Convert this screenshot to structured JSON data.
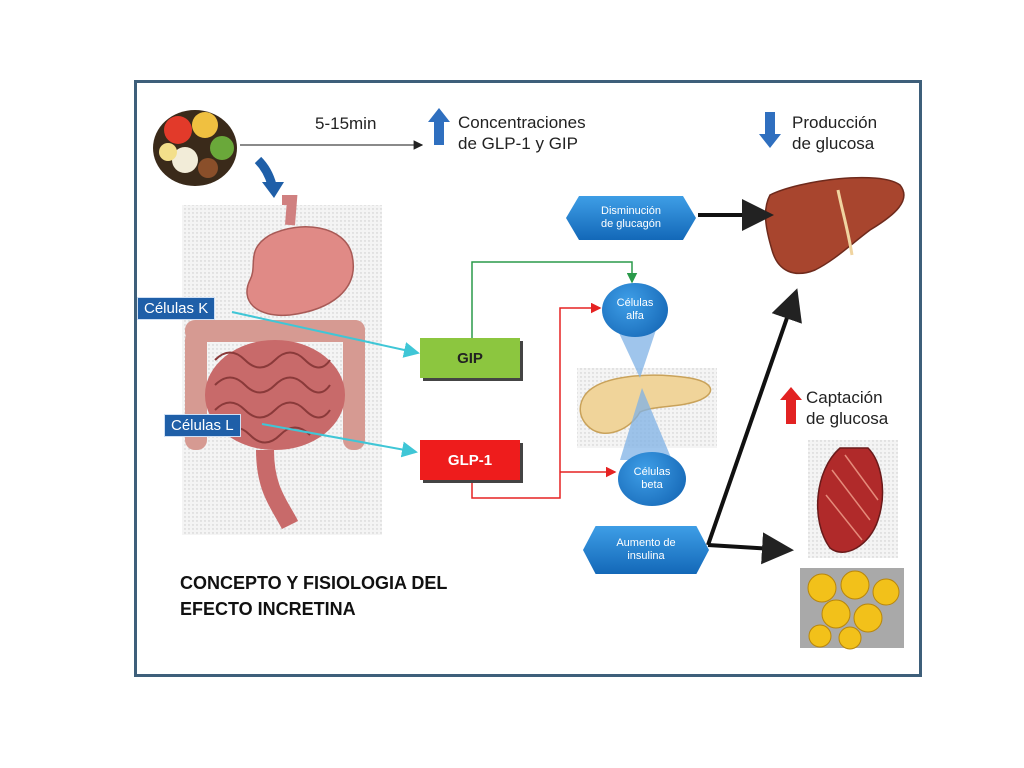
{
  "timing": "5-15min",
  "top_labels": {
    "concentrations": [
      "Concentraciones",
      "de GLP-1 y GIP"
    ],
    "production": [
      "Producción",
      "de glucosa"
    ],
    "uptake": [
      "Captación",
      "de glucosa"
    ]
  },
  "cells": {
    "k": "Células K",
    "l": "Células L"
  },
  "hormones": {
    "gip": "GIP",
    "glp1": "GLP-1"
  },
  "pancreas": {
    "alpha": [
      "Células",
      "alfa"
    ],
    "beta": [
      "Células",
      "beta"
    ]
  },
  "effects": {
    "glucagon": [
      "Disminución",
      "de glucagón"
    ],
    "insulin": [
      "Aumento de",
      "insulina"
    ]
  },
  "title": [
    "CONCEPTO Y FISIOLOGIA DEL",
    "EFECTO INCRETINA"
  ],
  "colors": {
    "gip": "#8cc63f",
    "glp1": "#ee1c1c",
    "blue": "#1f5fa8",
    "frame": "#3e5f7a"
  }
}
